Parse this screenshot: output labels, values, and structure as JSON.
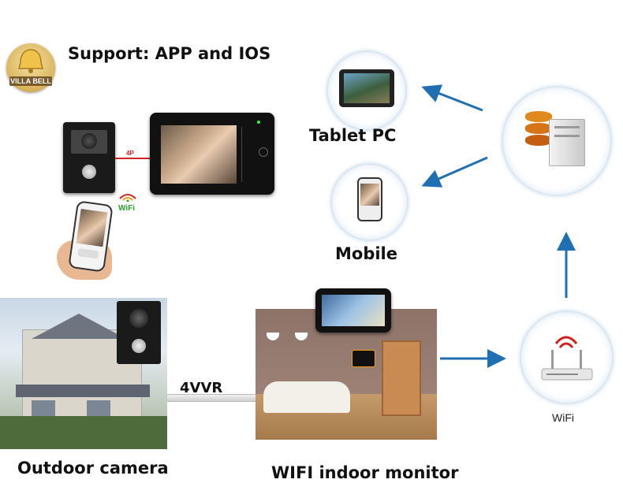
{
  "logo": {
    "text": "VILLA BELL"
  },
  "header": {
    "support_text": "Support: APP and IOS"
  },
  "labels": {
    "tablet_pc": "Tablet PC",
    "mobile": "Mobile",
    "wifi_node": "WiFi",
    "outdoor_camera": "Outdoor camera",
    "indoor_monitor": "WIFI indoor monitor",
    "cable": "4VVR",
    "connector": "4P",
    "wifi_badge": "WiFi"
  },
  "colors": {
    "arrow": "#1f6fb3",
    "accent_red": "#d32222",
    "logo_brown": "#7a5a2a"
  }
}
